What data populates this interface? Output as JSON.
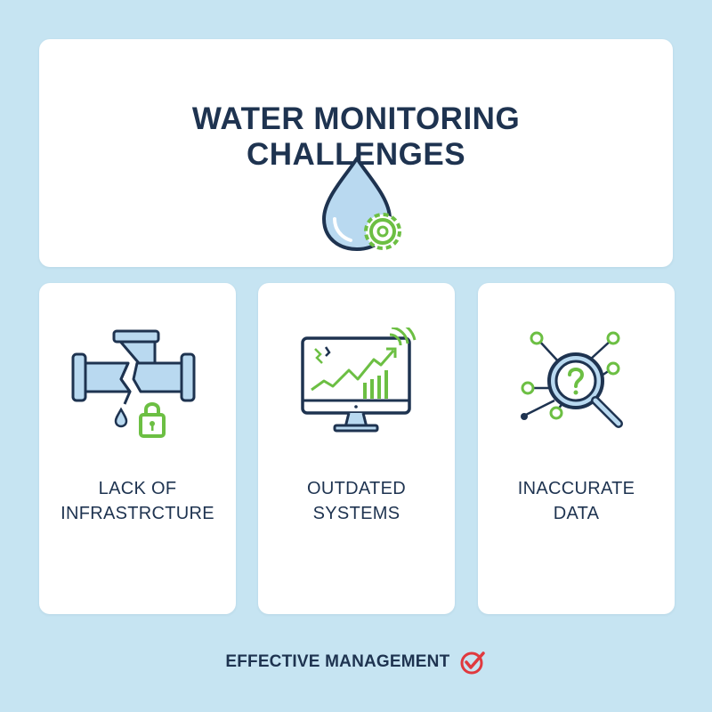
{
  "header": {
    "title_line1": "WATER MONITORING",
    "title_line2": "CHALLENGES",
    "icon": "water-drop-gear-icon"
  },
  "tiles": [
    {
      "label_line1": "LACK OF",
      "label_line2": "INFRASTRCTURE",
      "icon": "broken-pipe-lock-icon"
    },
    {
      "label_line1": "OUTDATED",
      "label_line2": "SYSTEMS",
      "icon": "monitor-signal-chart-icon"
    },
    {
      "label_line1": "INACCURATE",
      "label_line2": "DATA",
      "icon": "magnifier-question-network-icon"
    }
  ],
  "footer": {
    "text": "EFFECTIVE MANAGEMENT",
    "icon": "red-check-circle-icon"
  },
  "colors": {
    "background": "#c6e4f2",
    "card": "#ffffff",
    "navy": "#1e3350",
    "light_blue": "#b9d9f0",
    "green": "#6cbf43",
    "red": "#e0393e"
  }
}
